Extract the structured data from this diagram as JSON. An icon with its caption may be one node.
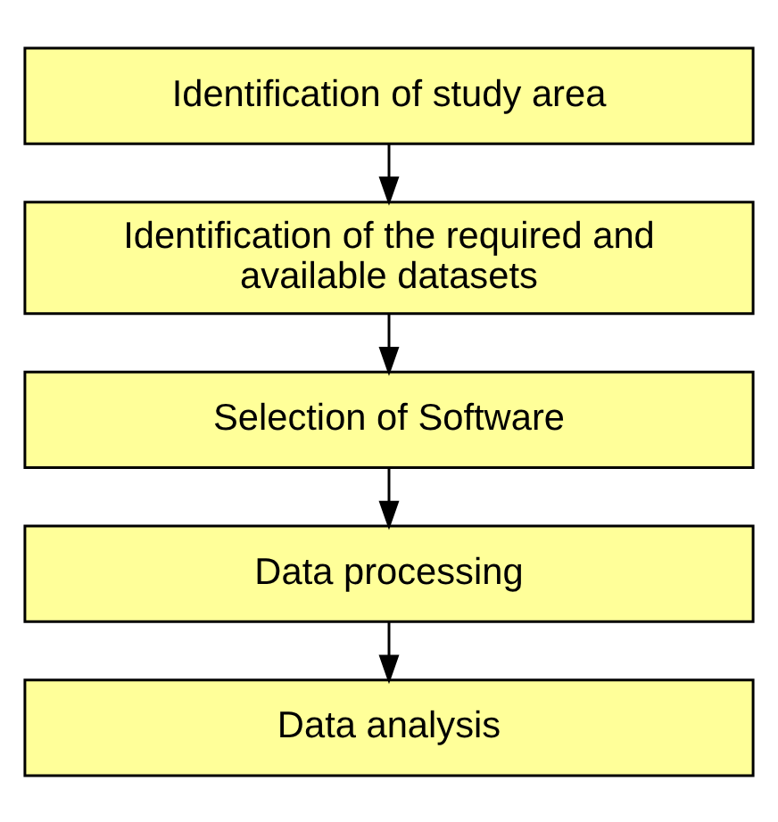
{
  "diagram": {
    "nodes": [
      {
        "text": [
          "Identification of study area"
        ]
      },
      {
        "text": [
          "Identification of the required and available datasets"
        ]
      },
      {
        "text": [
          "Selection of Software"
        ]
      },
      {
        "text": [
          "Data processing"
        ]
      },
      {
        "text": [
          "Data analysis"
        ]
      }
    ],
    "edges": [
      {
        "from": 0,
        "to": 1,
        "arrow": "to"
      },
      {
        "from": 1,
        "to": 2,
        "arrow": "to"
      },
      {
        "from": 2,
        "to": 3,
        "arrow": "to"
      },
      {
        "from": 3,
        "to": 4,
        "arrow": "to"
      }
    ]
  }
}
